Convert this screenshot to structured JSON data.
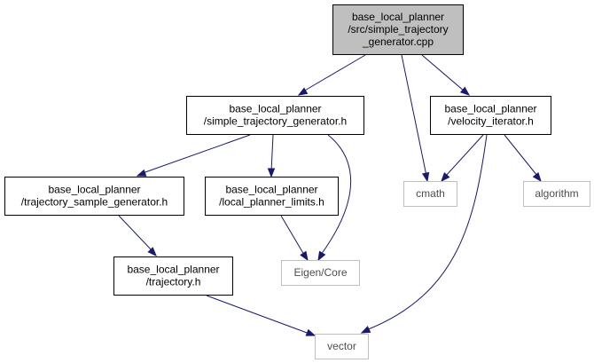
{
  "colors": {
    "root_fill": "#bfbfbf",
    "node_stroke": "#000000",
    "external_stroke": "#bfbfbf",
    "edge": "#191970"
  },
  "nodes": {
    "root": {
      "lines": [
        "base_local_planner",
        "/src/simple_trajectory",
        "_generator.cpp"
      ]
    },
    "stg_h": {
      "lines": [
        "base_local_planner",
        "/simple_trajectory_generator.h"
      ]
    },
    "vel_h": {
      "lines": [
        "base_local_planner",
        "/velocity_iterator.h"
      ]
    },
    "tsg_h": {
      "lines": [
        "base_local_planner",
        "/trajectory_sample_generator.h"
      ]
    },
    "lpl_h": {
      "lines": [
        "base_local_planner",
        "/local_planner_limits.h"
      ]
    },
    "cmath": {
      "lines": [
        "cmath"
      ]
    },
    "algorithm": {
      "lines": [
        "algorithm"
      ]
    },
    "traj_h": {
      "lines": [
        "base_local_planner",
        "/trajectory.h"
      ]
    },
    "eigen": {
      "lines": [
        "Eigen/Core"
      ]
    },
    "vector": {
      "lines": [
        "vector"
      ]
    }
  }
}
